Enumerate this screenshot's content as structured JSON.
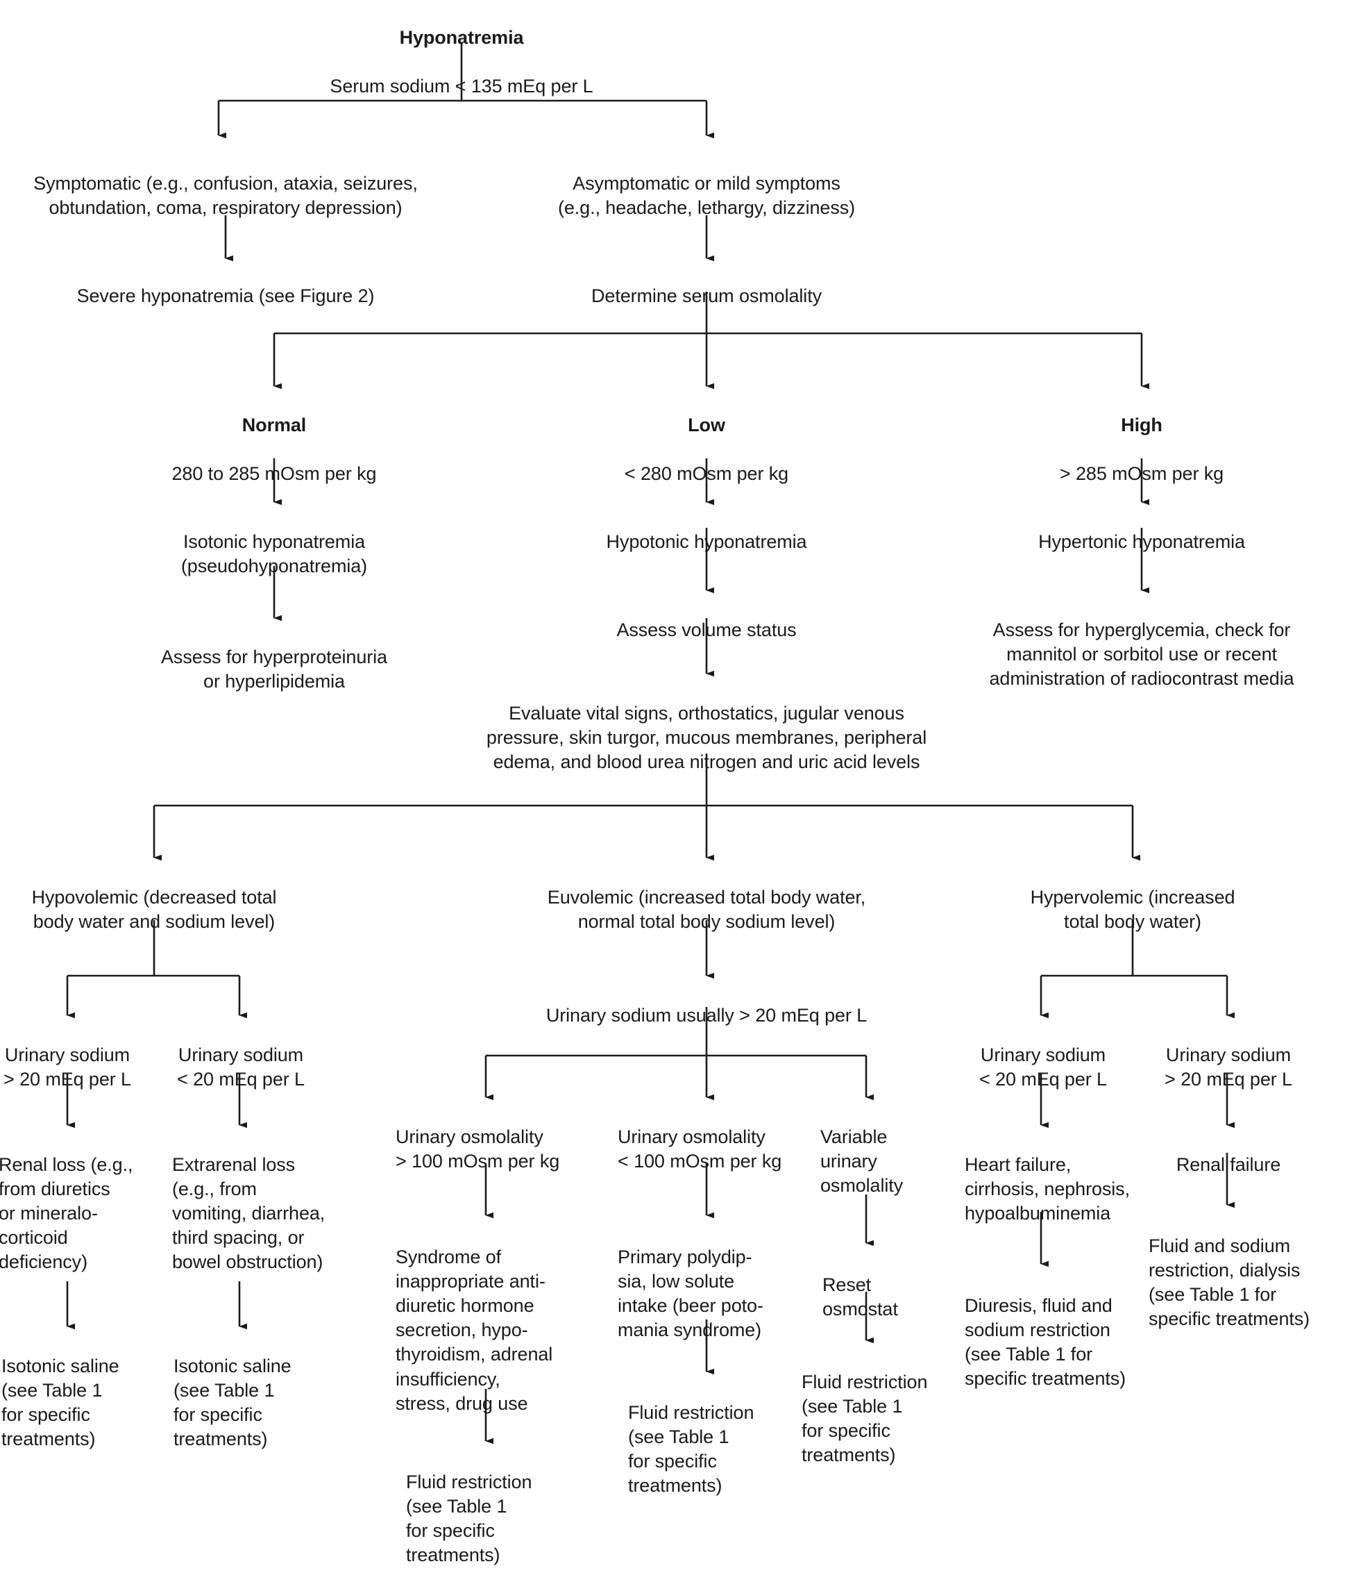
{
  "figure": {
    "title": "Hyponatremia diagnostic algorithm",
    "type": "flowchart",
    "line_color": "#1a1a1a",
    "text_color": "#1a1a1a",
    "background": "#ffffff"
  },
  "nodes": {
    "root": {
      "heading": "Hyponatremia",
      "body": "Serum sodium < 135 mEq per L"
    },
    "symptomatic": {
      "body": "Symptomatic (e.g., confusion, ataxia, seizures,\nobtundation, coma, respiratory depression)"
    },
    "asymptomatic": {
      "body": "Asymptomatic or mild symptoms\n(e.g., headache, lethargy, dizziness)"
    },
    "severe": {
      "body": "Severe hyponatremia (see Figure 2)"
    },
    "determine_osmolality": {
      "body": "Determine serum osmolality"
    },
    "osm_normal": {
      "heading": "Normal",
      "body": "280 to 285 mOsm per kg"
    },
    "osm_low": {
      "heading": "Low",
      "body": "< 280 mOsm per kg"
    },
    "osm_high": {
      "heading": "High",
      "body": "> 285 mOsm per kg"
    },
    "isotonic": {
      "body": "Isotonic hyponatremia\n(pseudohyponatremia)"
    },
    "hypotonic": {
      "body": "Hypotonic hyponatremia"
    },
    "hypertonic": {
      "body": "Hypertonic hyponatremia"
    },
    "assess_protein": {
      "body": "Assess for hyperproteinuria\nor hyperlipidemia"
    },
    "assess_volume": {
      "body": "Assess volume status"
    },
    "assess_hyperglycemia": {
      "body": "Assess for hyperglycemia, check for\nmannitol or sorbitol use or recent\nadministration of radiocontrast media"
    },
    "evaluate_vitals": {
      "body": "Evaluate vital signs, orthostatics, jugular venous\npressure, skin turgor, mucous membranes, peripheral\nedema, and blood urea nitrogen and uric acid levels"
    },
    "hypovolemic": {
      "body": "Hypovolemic (decreased total\nbody water and sodium level)"
    },
    "euvolemic": {
      "body": "Euvolemic (increased total body water,\nnormal total body sodium level)"
    },
    "hypervolemic": {
      "body": "Hypervolemic (increased\ntotal body water)"
    },
    "hypo_una_high": {
      "body": "Urinary sodium\n> 20 mEq per L"
    },
    "hypo_una_low": {
      "body": "Urinary sodium\n< 20 mEq per L"
    },
    "eu_una": {
      "body": "Urinary sodium usually > 20 mEq per L"
    },
    "hyper_una_low": {
      "body": "Urinary sodium\n< 20 mEq per L"
    },
    "hyper_una_high": {
      "body": "Urinary sodium\n> 20 mEq per L"
    },
    "renal_loss": {
      "body": "Renal loss (e.g.,\nfrom diuretics\nor mineralo-\ncorticoid\ndeficiency)"
    },
    "extrarenal_loss": {
      "body": "Extrarenal loss\n(e.g., from\nvomiting, diarrhea,\nthird spacing, or\nbowel obstruction)"
    },
    "uosm_high": {
      "body": "Urinary osmolality\n> 100 mOsm per kg"
    },
    "uosm_low": {
      "body": "Urinary osmolality\n< 100 mOsm per kg"
    },
    "uosm_variable": {
      "body": "Variable\nurinary\nosmolality"
    },
    "heart_failure": {
      "body": "Heart failure,\ncirrhosis, nephrosis,\nhypoalbuminemia"
    },
    "renal_failure": {
      "body": "Renal failure"
    },
    "siadh": {
      "body": "Syndrome of\ninappropriate anti-\ndiuretic hormone\nsecretion, hypo-\nthyroidism, adrenal\ninsufficiency,\nstress, drug use"
    },
    "polydipsia": {
      "body": "Primary polydip-\nsia, low solute\nintake (beer poto-\nmania syndrome)"
    },
    "reset_osmostat": {
      "body": "Reset\nosmostat"
    },
    "saline_left": {
      "body": "Isotonic saline\n(see Table 1\nfor specific\ntreatments)"
    },
    "saline_right": {
      "body": "Isotonic saline\n(see Table 1\nfor specific\ntreatments)"
    },
    "fluid_restrict_siadh": {
      "body": "Fluid restriction\n(see Table 1\nfor specific\ntreatments)"
    },
    "fluid_restrict_polydipsia": {
      "body": "Fluid restriction\n(see Table 1\nfor specific\ntreatments)"
    },
    "fluid_restrict_osmostat": {
      "body": "Fluid restriction\n(see Table 1\nfor specific\ntreatments)"
    },
    "diuresis": {
      "body": "Diuresis, fluid and\nsodium restriction\n(see Table 1 for\nspecific treatments)"
    },
    "fluid_sodium_dialysis": {
      "body": "Fluid and sodium\nrestriction, dialysis\n(see Table 1 for\nspecific treatments)"
    }
  }
}
